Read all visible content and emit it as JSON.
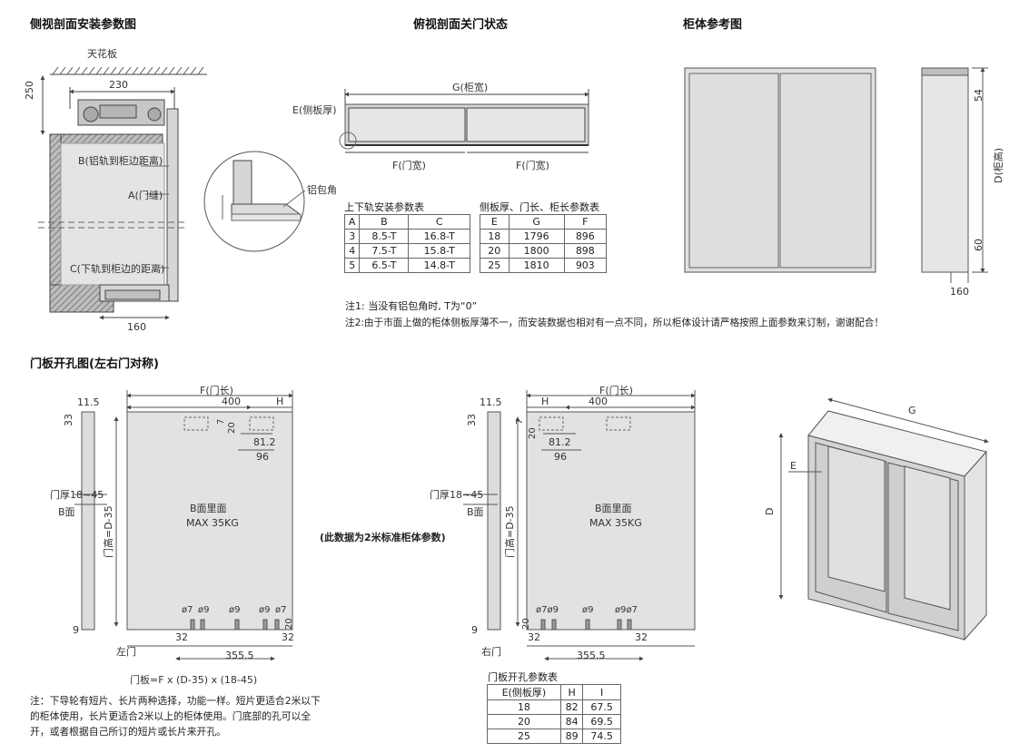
{
  "headings": {
    "side": "侧视剖面安装参数图",
    "top": "俯视剖面关门状态",
    "cabinet": "柜体参考图",
    "door": "门板开孔图(左右门对称)"
  },
  "side_view": {
    "ceiling": "天花板",
    "dim_230": "230",
    "dim_250": "250",
    "label_b": "B(铝轨到柜边距离)",
    "label_a": "A(门缝)",
    "label_c": "C(下轨到柜边的距离)",
    "dim_160": "160"
  },
  "top_view": {
    "g": "G(柜宽)",
    "e": "E(侧板厚)",
    "f1": "F(门宽)",
    "f2": "F(门宽)",
    "corner": "铝包角"
  },
  "cabinet_ref": {
    "d": "D(柜高)",
    "dim_54": "54",
    "dim_60": "60",
    "dim_160": "160"
  },
  "table_track": {
    "caption": "上下轨安装参数表",
    "headers": [
      "A",
      "B",
      "C"
    ],
    "rows": [
      [
        "3",
        "8.5-T",
        "16.8-T"
      ],
      [
        "4",
        "7.5-T",
        "15.8-T"
      ],
      [
        "5",
        "6.5-T",
        "14.8-T"
      ]
    ]
  },
  "table_side": {
    "caption": "侧板厚、门长、柜长参数表",
    "headers": [
      "E",
      "G",
      "F"
    ],
    "rows": [
      [
        "18",
        "1796",
        "896"
      ],
      [
        "20",
        "1800",
        "898"
      ],
      [
        "25",
        "1810",
        "903"
      ]
    ]
  },
  "notes": {
    "n1": "注1: 当没有铝包角时, T为“0”",
    "n2": "注2:由于市面上做的柜体侧板厚薄不一，而安装数据也相对有一点不同，所以柜体设计请严格按照上面参数来订制，谢谢配合！"
  },
  "left_door": {
    "f": "F(门长)",
    "d400": "400",
    "h": "H",
    "d11_5": "11.5",
    "d33": "33",
    "d7": "7",
    "d20": "20",
    "d81_2": "81.2",
    "d96": "96",
    "thick": "门厚18~45",
    "bface": "B面",
    "inner": "B面里面",
    "max": "MAX 35KG",
    "height": "门高=D-35",
    "holes": [
      "ø7",
      "ø9",
      "ø9",
      "ø9",
      "ø7"
    ],
    "d9": "9",
    "d32a": "32",
    "d32b": "32",
    "d20b": "20",
    "d355": "355.5",
    "name": "左门"
  },
  "right_door": {
    "f": "F(门长)",
    "d400": "400",
    "h": "H",
    "d11_5": "11.5",
    "d33": "33",
    "d7": "7",
    "d20": "20",
    "d81_2": "81.2",
    "d96": "96",
    "thick": "门厚18~45",
    "bface": "B面",
    "inner": "B面里面",
    "max": "MAX 35KG",
    "height": "门高=D-35",
    "holes": [
      "ø7ø9",
      "ø9",
      "ø9ø7"
    ],
    "d9": "9",
    "d32a": "32",
    "d32b": "32",
    "d20b": "20",
    "d355": "355.5",
    "name": "右门"
  },
  "middle_note": "(此数据为2米标准柜体参数)",
  "iso": {
    "g": "G",
    "e": "E",
    "d": "D"
  },
  "formula": "门板=F x (D-35) x (18-45)",
  "bottom_note": [
    "注：下导轮有短片、长片两种选择，功能一样。短片更适合2米以下",
    "的柜体使用，长片更适合2米以上的柜体使用。门底部的孔可以全",
    "开，或者根据自己所订的短片或长片来开孔。"
  ],
  "table_hole": {
    "caption": "门板开孔参数表",
    "headers": [
      "E(侧板厚)",
      "H",
      "I"
    ],
    "rows": [
      [
        "18",
        "82",
        "67.5"
      ],
      [
        "20",
        "84",
        "69.5"
      ],
      [
        "25",
        "89",
        "74.5"
      ]
    ]
  }
}
